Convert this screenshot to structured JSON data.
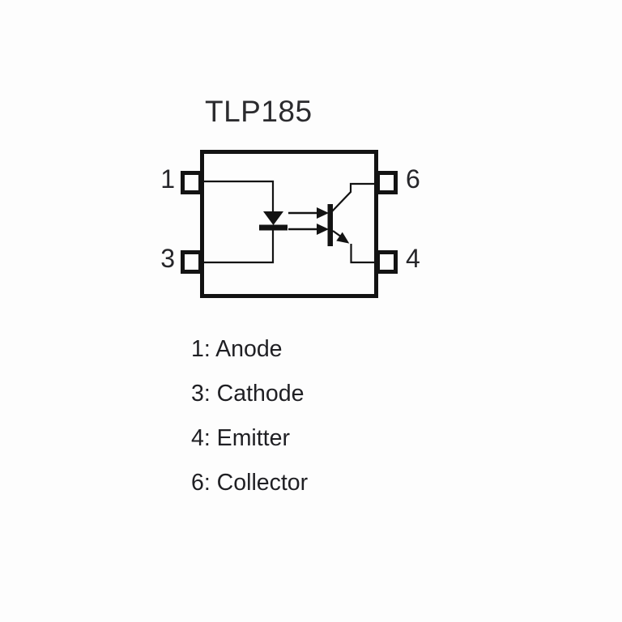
{
  "title": "TLP185",
  "diagram": {
    "pins": [
      {
        "number": "1",
        "side": "left",
        "position": "top"
      },
      {
        "number": "3",
        "side": "left",
        "position": "bottom"
      },
      {
        "number": "6",
        "side": "right",
        "position": "top"
      },
      {
        "number": "4",
        "side": "right",
        "position": "bottom"
      }
    ],
    "symbols": [
      {
        "icon": "led-diode-icon"
      },
      {
        "icon": "light-arrows-icon"
      },
      {
        "icon": "phototransistor-icon"
      }
    ],
    "colors": {
      "line": "#131313",
      "background": "#fdfdfd",
      "pin_label": "#26262a",
      "text": "#1f1f23"
    }
  },
  "legend": {
    "items": [
      {
        "text": "1: Anode"
      },
      {
        "text": "3: Cathode"
      },
      {
        "text": "4: Emitter"
      },
      {
        "text": "6: Collector"
      }
    ]
  }
}
